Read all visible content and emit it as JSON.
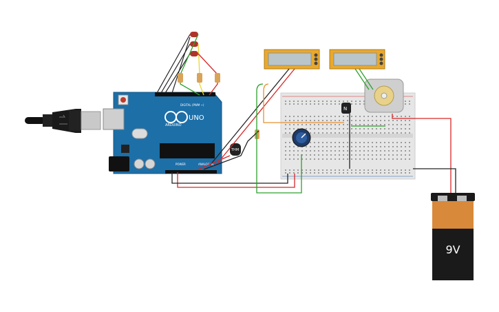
{
  "arduino": {
    "brand_label": "ARDUINO",
    "model_label": "UNO",
    "digital_header_label": "DIGITAL (PWM ~)",
    "power_label": "POWER",
    "analog_label": "ANALOG IN",
    "board_color": "#1d6fa8"
  },
  "thermistor": {
    "label": "THM"
  },
  "transistor": {
    "label": "N"
  },
  "battery": {
    "voltage_label": "9V",
    "cap_color": "#d8893a",
    "body_color": "#1a1a1a"
  },
  "wire_colors": {
    "red": "#d62728",
    "black": "#222222",
    "green": "#2ca02c",
    "orange": "#e8912d",
    "yellow": "#e8d82d"
  }
}
